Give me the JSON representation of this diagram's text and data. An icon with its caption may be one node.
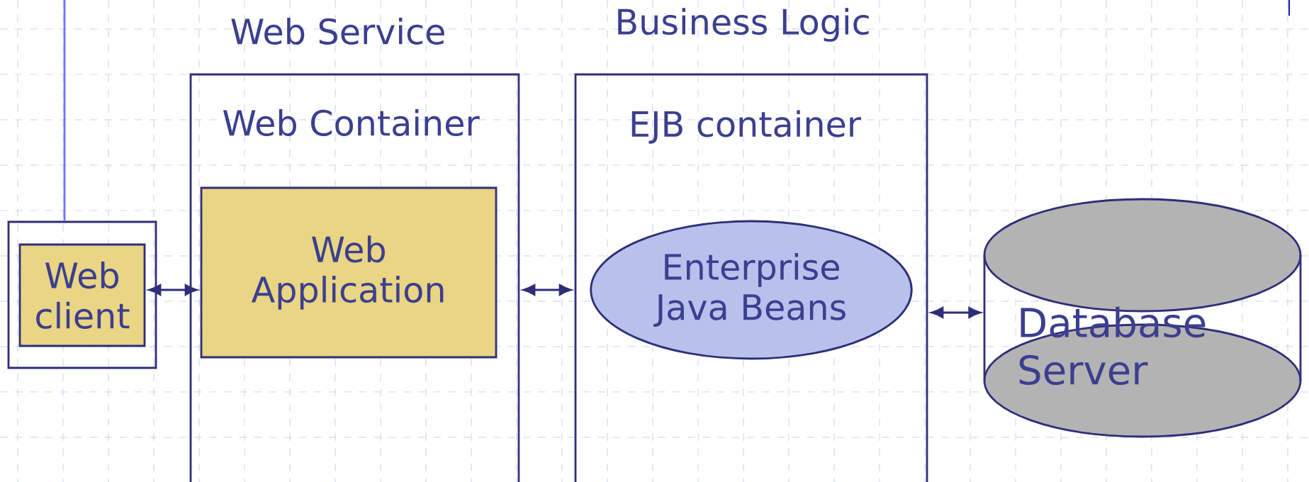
{
  "diagram": {
    "nodes": [
      {
        "text": [],
        "shape": "box"
      },
      {
        "text": [
          "Web client"
        ],
        "in": 0
      },
      {
        "text": [
          "Web Service",
          "Web Container"
        ]
      },
      {
        "text": [
          "Web Application"
        ],
        "in": 2
      },
      {
        "text": [
          "Business Logic",
          "EJB container"
        ]
      },
      {
        "text": [
          "Enterprise Java Beans"
        ],
        "in": 4
      },
      {
        "text": [
          "Database Server"
        ]
      }
    ],
    "edges": [
      {
        "from": null,
        "to": 0,
        "arrow": "none",
        "color": "#7373ff"
      },
      {
        "from": 1,
        "to": 3,
        "arrow": "both"
      },
      {
        "from": 2,
        "to": 4,
        "arrow": "both"
      },
      {
        "from": 4,
        "to": 6,
        "arrow": "both"
      }
    ]
  }
}
